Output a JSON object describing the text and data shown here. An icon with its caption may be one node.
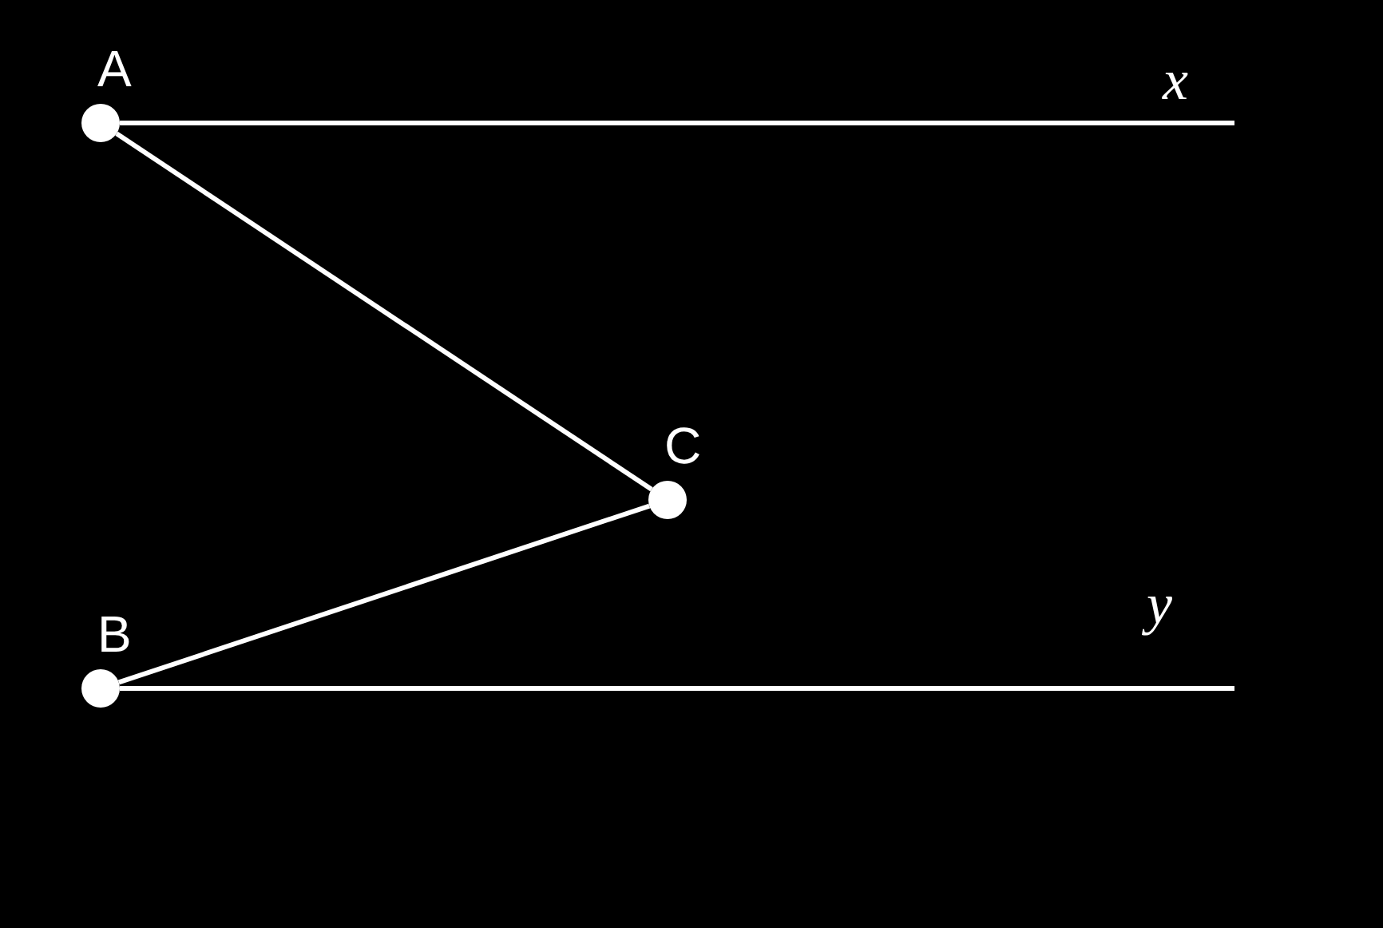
{
  "diagram": {
    "nodes": [
      {
        "text": [
          "A"
        ]
      },
      {
        "text": [
          "C"
        ]
      },
      {
        "text": [
          "B"
        ]
      }
    ],
    "edges": [
      {
        "from": 0,
        "to": null,
        "arrow": "none"
      },
      {
        "from": 0,
        "to": 1,
        "arrow": "none"
      },
      {
        "from": 1,
        "to": 2,
        "arrow": "none"
      },
      {
        "from": 2,
        "to": null,
        "arrow": "none"
      }
    ],
    "labels": [
      "x",
      "y"
    ]
  }
}
